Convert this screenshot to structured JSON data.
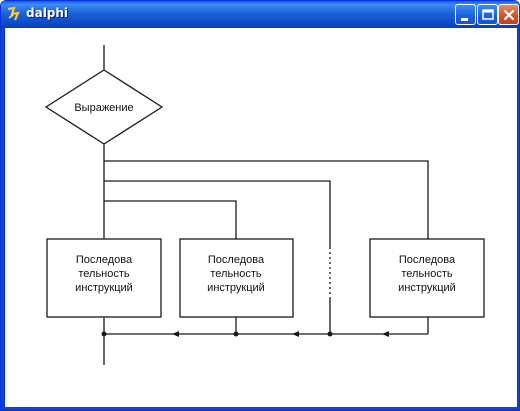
{
  "window": {
    "title": "dalphi",
    "icon": "delphi-app-icon",
    "controls": {
      "minimize": "minimize-icon",
      "maximize": "maximize-icon",
      "close": "close-icon"
    },
    "colors": {
      "titlebar": "#0b48c6",
      "close": "#d3522f",
      "canvas": "#ffffff"
    }
  },
  "diagram": {
    "decision_label": "Выражение",
    "blocks": [
      {
        "lines": [
          "Последова",
          "тельность",
          "инструкций"
        ]
      },
      {
        "lines": [
          "Последова",
          "тельность",
          "инструкций"
        ]
      },
      {
        "lines": [
          "Последова",
          "тельность",
          "инструкций"
        ]
      }
    ]
  }
}
